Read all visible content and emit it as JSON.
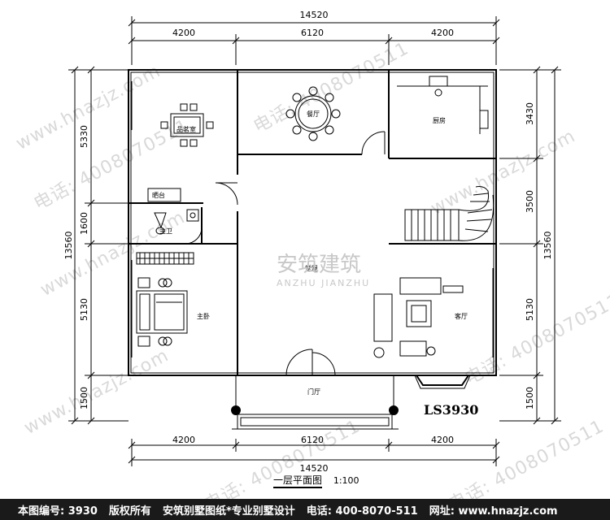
{
  "dimensions": {
    "top_total": "14520",
    "top_segments": [
      "4200",
      "6120",
      "4200"
    ],
    "bottom_total": "14520",
    "bottom_segments": [
      "4200",
      "6120",
      "4200"
    ],
    "left_total": "13560",
    "left_segments": [
      "5330",
      "1600",
      "5130",
      "1500"
    ],
    "right_total": "13560",
    "right_segments": [
      "3430",
      "3500",
      "5130",
      "1500"
    ]
  },
  "rooms": {
    "tea_room": "品茗室",
    "dining": "餐厅",
    "kitchen": "厨房",
    "balcony": "晒台",
    "bath": "主卫",
    "hall": "堂屋",
    "master_bed": "主卧",
    "living": "客厅",
    "foyer": "门厅"
  },
  "drawing_id": "LS3930",
  "drawing_title": "一层平面图",
  "scale": "1:100",
  "logo": {
    "cn": "安筑建筑",
    "en": "ANZHU JIANZHU"
  },
  "watermarks": [
    "www.hnazjz.com",
    "电话: 4008070511"
  ],
  "footer": {
    "drawing_no": "本图编号: 3930",
    "copyright": "版权所有",
    "slogan": "安筑别墅图纸*专业别墅设计",
    "phone": "电话: 400-8070-511",
    "website": "网址: www.hnazjz.com"
  }
}
